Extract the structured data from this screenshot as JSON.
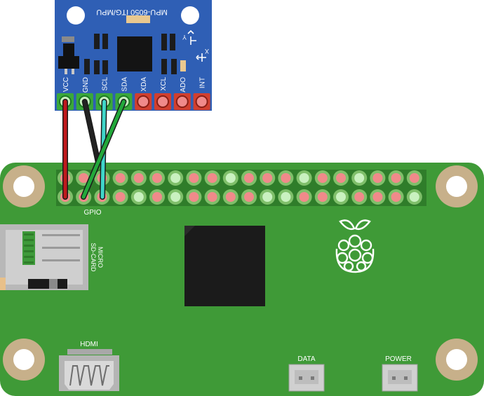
{
  "pi": {
    "board_color": "#3f9a37",
    "header_label": "GPIO",
    "sd_label_line1": "MICRO",
    "sd_label_line2": "SD-CARD",
    "hdmi_label": "HDMI",
    "data_label": "DATA",
    "power_label": "POWER"
  },
  "sensor": {
    "board_color": "#2f5fb5",
    "title": "MPU-6050 ITG/MPU",
    "axis_y": "Y",
    "axis_x": "X",
    "pins": [
      "VCC",
      "GND",
      "SCL",
      "SDA",
      "XDA",
      "XCL",
      "ADO",
      "INT"
    ]
  },
  "wires": [
    {
      "from": "VCC",
      "color": "#c0191c"
    },
    {
      "from": "GND",
      "color": "#222222"
    },
    {
      "from": "SCL",
      "color": "#3fd6c9"
    },
    {
      "from": "SDA",
      "color": "#22a83a"
    }
  ]
}
